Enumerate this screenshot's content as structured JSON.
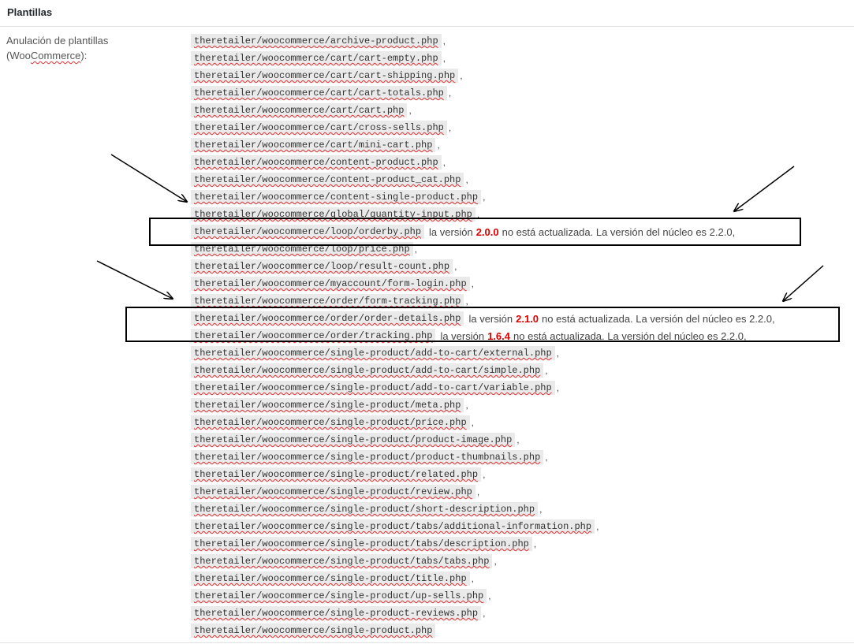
{
  "section": {
    "title": "Plantillas"
  },
  "label": {
    "line1": "Anulación de plantillas",
    "line2_pre": "(Woo",
    "line2_squig": "Commerce",
    "line2_post": "):"
  },
  "templates": [
    {
      "path": "theretailer/woocommerce/archive-product.php",
      "sep": ","
    },
    {
      "path": "theretailer/woocommerce/cart/cart-empty.php",
      "sep": ","
    },
    {
      "path": "theretailer/woocommerce/cart/cart-shipping.php",
      "sep": ","
    },
    {
      "path": "theretailer/woocommerce/cart/cart-totals.php",
      "sep": ","
    },
    {
      "path": "theretailer/woocommerce/cart/cart.php",
      "sep": ","
    },
    {
      "path": "theretailer/woocommerce/cart/cross-sells.php",
      "sep": ","
    },
    {
      "path": "theretailer/woocommerce/cart/mini-cart.php",
      "sep": ","
    },
    {
      "path": "theretailer/woocommerce/content-product.php",
      "sep": ","
    },
    {
      "path": "theretailer/woocommerce/content-product_cat.php",
      "sep": ","
    },
    {
      "path": "theretailer/woocommerce/content-single-product.php",
      "sep": ","
    },
    {
      "path": "theretailer/woocommerce/global/quantity-input.php",
      "sep": ","
    },
    {
      "path": "theretailer/woocommerce/loop/orderby.php",
      "note_pre": "la versión",
      "version": "2.0.0",
      "note_post": "no está actualizada. La versión del núcleo es 2.2.0,"
    },
    {
      "path": "theretailer/woocommerce/loop/price.php",
      "sep": ","
    },
    {
      "path": "theretailer/woocommerce/loop/result-count.php",
      "sep": ","
    },
    {
      "path": "theretailer/woocommerce/myaccount/form-login.php",
      "sep": ","
    },
    {
      "path": "theretailer/woocommerce/order/form-tracking.php",
      "sep": ","
    },
    {
      "path": "theretailer/woocommerce/order/order-details.php",
      "note_pre": "la versión",
      "version": "2.1.0",
      "note_post": "no está actualizada. La versión del núcleo es 2.2.0,"
    },
    {
      "path": "theretailer/woocommerce/order/tracking.php",
      "note_pre": "la versión",
      "version": "1.6.4",
      "note_post": "no está actualizada. La versión del núcleo es 2.2.0,"
    },
    {
      "path": "theretailer/woocommerce/single-product/add-to-cart/external.php",
      "sep": ","
    },
    {
      "path": "theretailer/woocommerce/single-product/add-to-cart/simple.php",
      "sep": ","
    },
    {
      "path": "theretailer/woocommerce/single-product/add-to-cart/variable.php",
      "sep": ","
    },
    {
      "path": "theretailer/woocommerce/single-product/meta.php",
      "sep": ","
    },
    {
      "path": "theretailer/woocommerce/single-product/price.php",
      "sep": ","
    },
    {
      "path": "theretailer/woocommerce/single-product/product-image.php",
      "sep": ","
    },
    {
      "path": "theretailer/woocommerce/single-product/product-thumbnails.php",
      "sep": ","
    },
    {
      "path": "theretailer/woocommerce/single-product/related.php",
      "sep": ","
    },
    {
      "path": "theretailer/woocommerce/single-product/review.php",
      "sep": ","
    },
    {
      "path": "theretailer/woocommerce/single-product/short-description.php",
      "sep": ","
    },
    {
      "path": "theretailer/woocommerce/single-product/tabs/additional-information.php",
      "sep": ","
    },
    {
      "path": "theretailer/woocommerce/single-product/tabs/description.php",
      "sep": ","
    },
    {
      "path": "theretailer/woocommerce/single-product/tabs/tabs.php",
      "sep": ","
    },
    {
      "path": "theretailer/woocommerce/single-product/title.php",
      "sep": ","
    },
    {
      "path": "theretailer/woocommerce/single-product/up-sells.php",
      "sep": ","
    },
    {
      "path": "theretailer/woocommerce/single-product-reviews.php",
      "sep": ","
    },
    {
      "path": "theretailer/woocommerce/single-product.php"
    }
  ],
  "colors": {
    "version_highlight": "#dd0000",
    "code_background": "#eaeaea",
    "annotation": "#000000"
  }
}
